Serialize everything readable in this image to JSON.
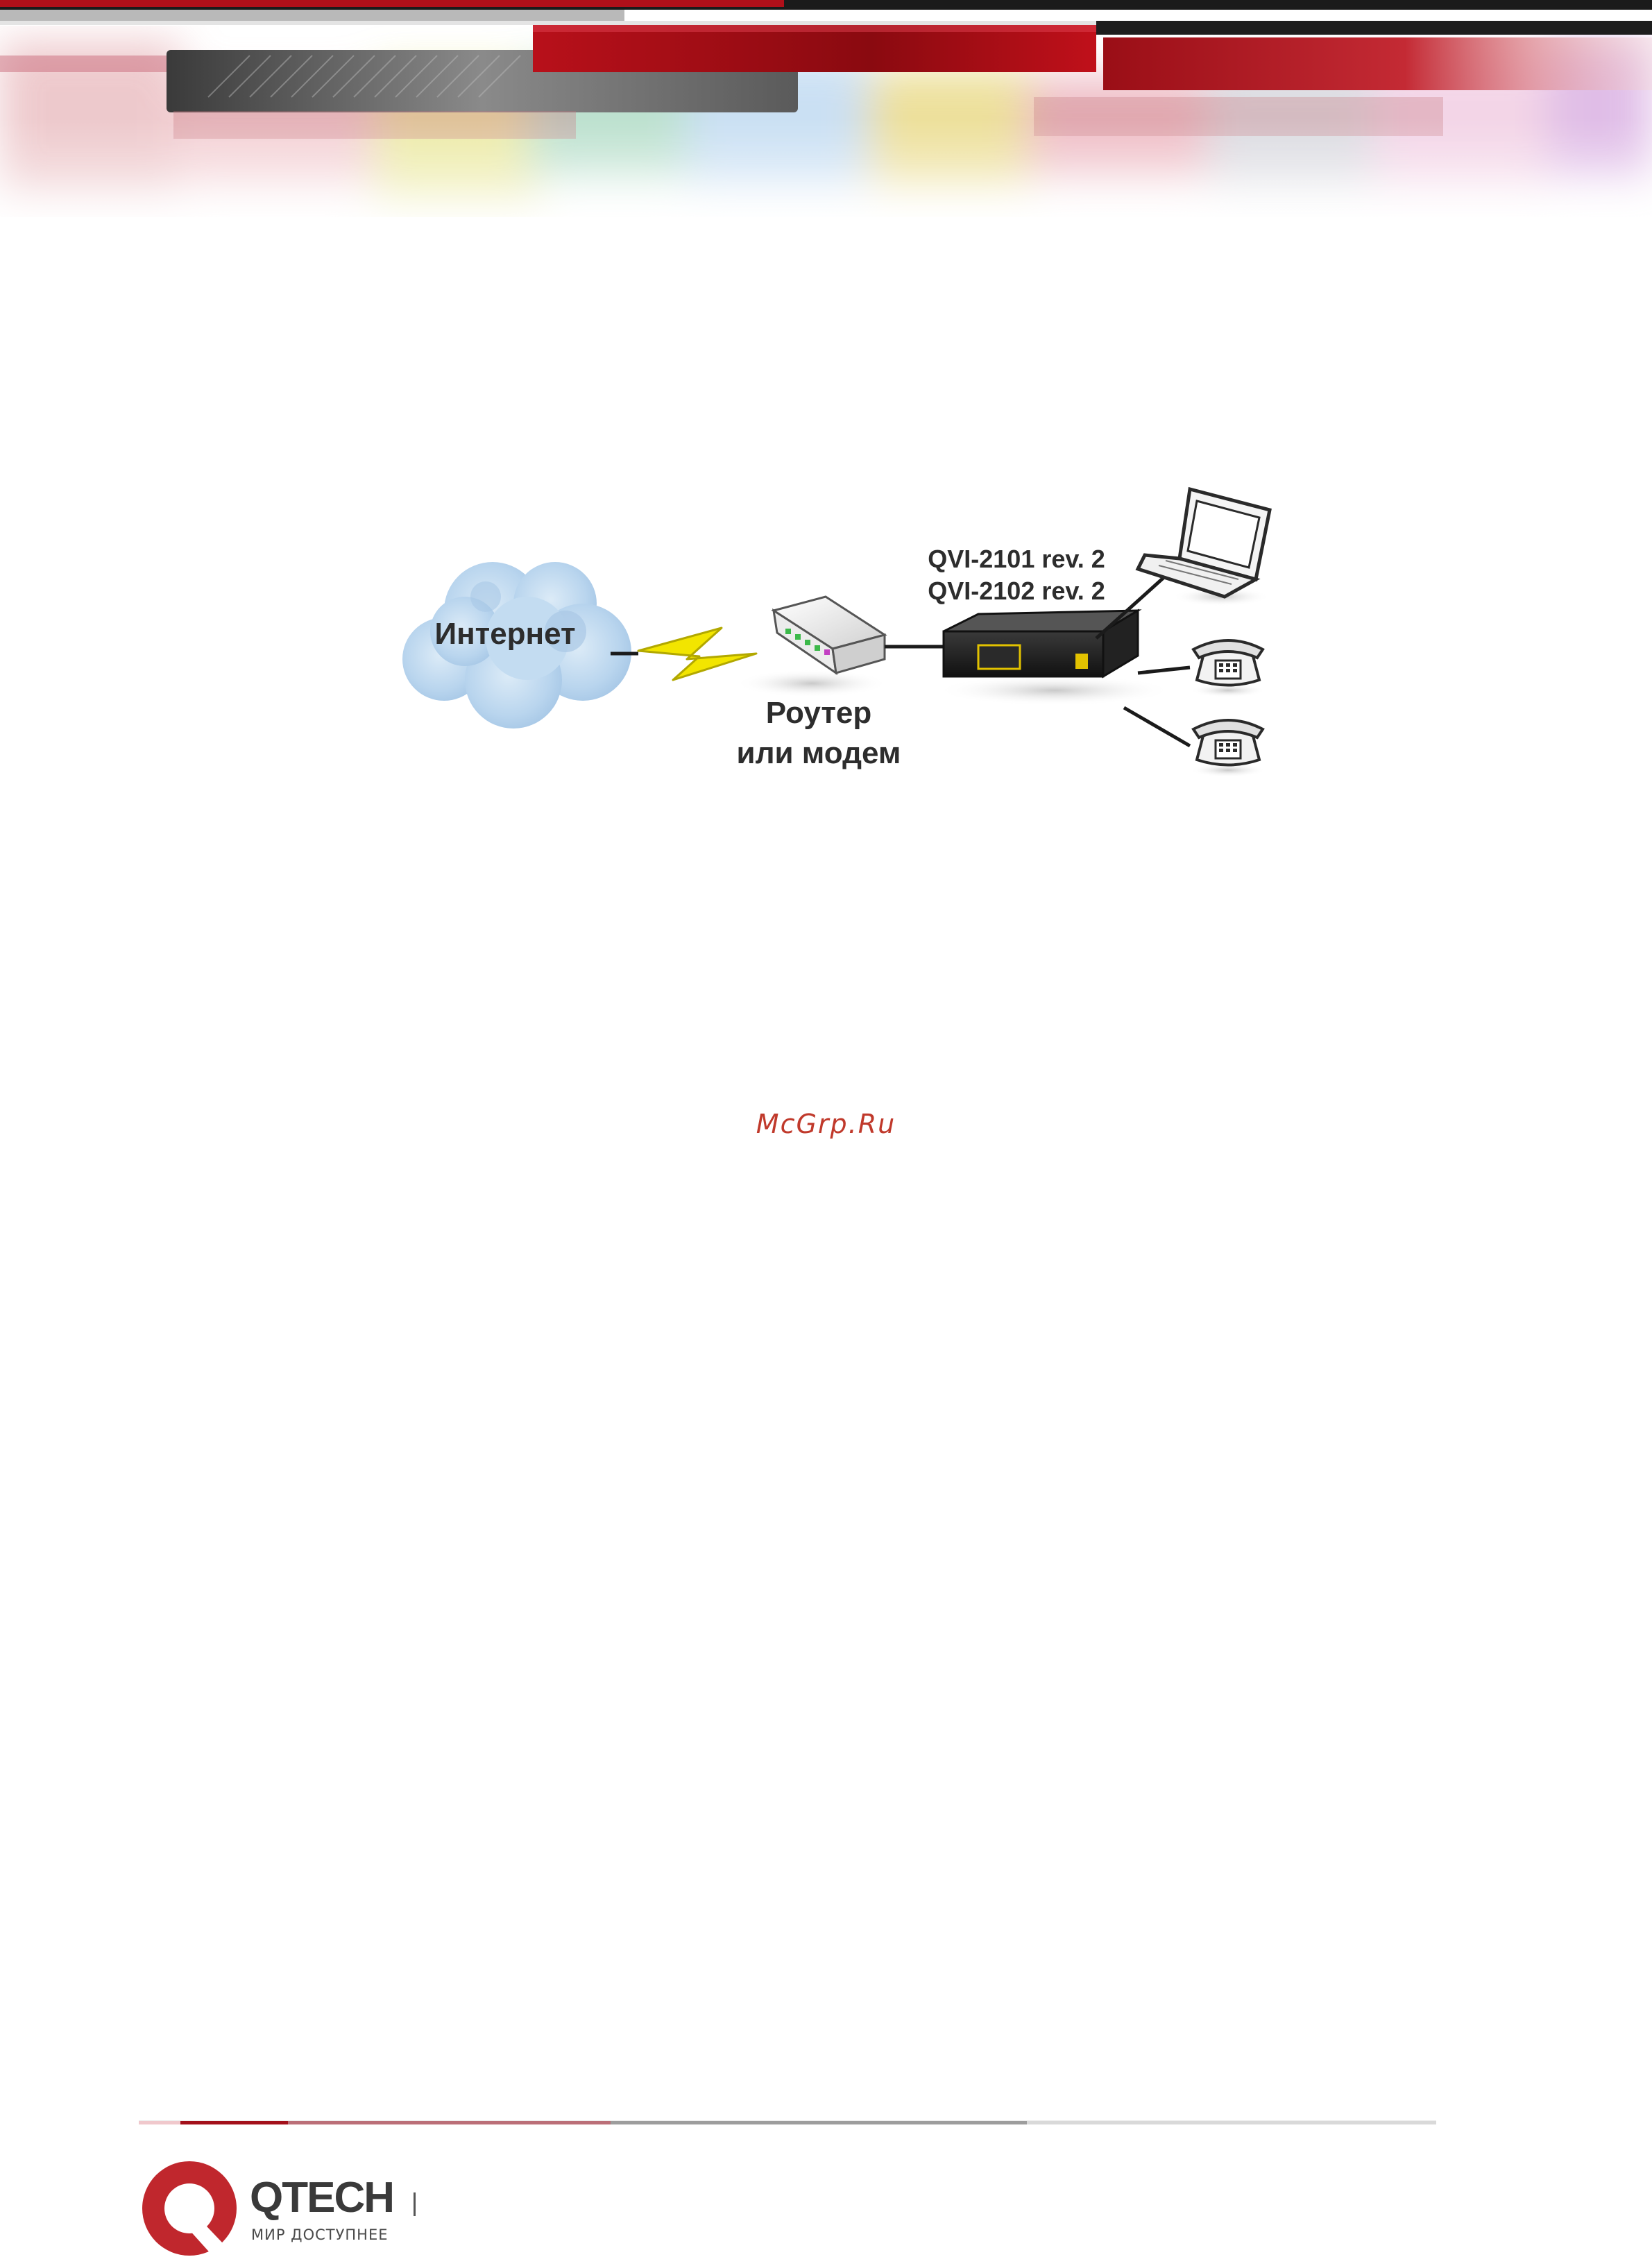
{
  "diagram": {
    "internet_label": "Интернет",
    "router_label_line1": "Роутер",
    "router_label_line2": "или модем",
    "device_label_line1": "QVI-2101 rev. 2",
    "device_label_line2": "QVI-2102 rev. 2"
  },
  "watermark": "McGrp.Ru",
  "footer": {
    "brand": "QTECH",
    "slogan": "МИР ДОСТУПНЕЕ"
  },
  "colors": {
    "brand_red": "#c0392b",
    "banner_red": "#a30d14",
    "dark": "#2a2a2a"
  }
}
